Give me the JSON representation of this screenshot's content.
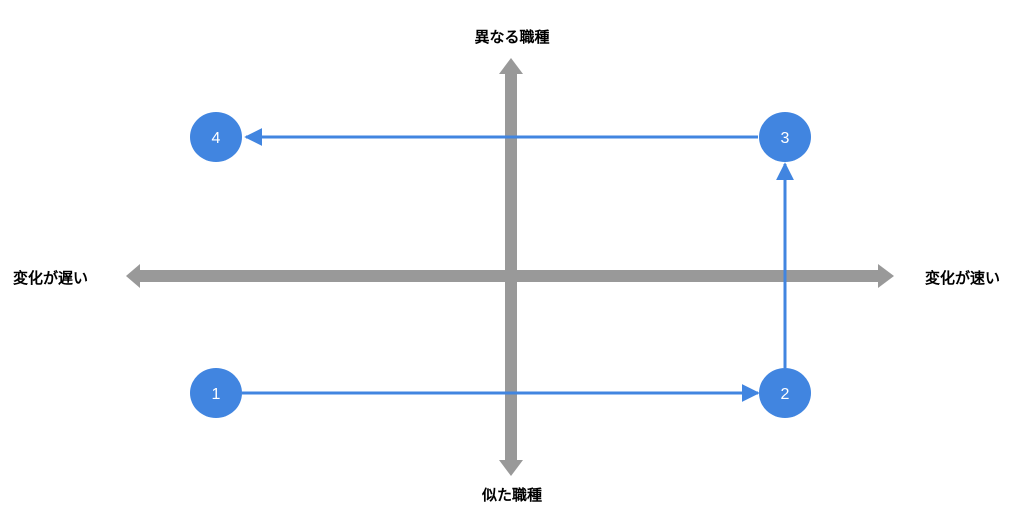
{
  "axes": {
    "top": "異なる職種",
    "bottom": "似た職種",
    "left": "変化が遅い",
    "right": "変化が速い"
  },
  "colors": {
    "axis": "#999999",
    "node": "#4185e0",
    "edge": "#4185e0"
  },
  "nodes": [
    {
      "id": "1",
      "label": "1"
    },
    {
      "id": "2",
      "label": "2"
    },
    {
      "id": "3",
      "label": "3"
    },
    {
      "id": "4",
      "label": "4"
    }
  ],
  "edges": [
    {
      "from": "1",
      "to": "2"
    },
    {
      "from": "2",
      "to": "3"
    },
    {
      "from": "3",
      "to": "4"
    }
  ]
}
